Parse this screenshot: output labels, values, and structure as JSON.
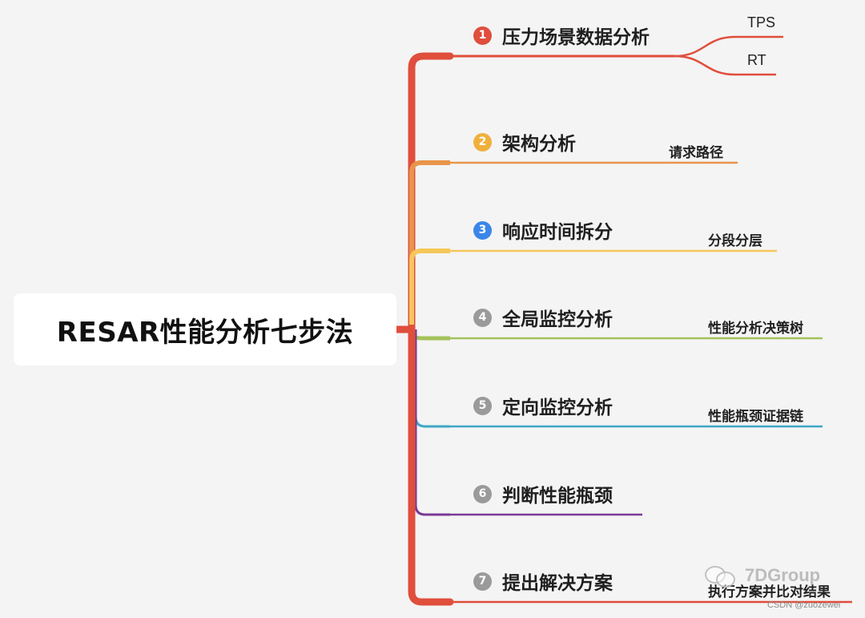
{
  "root": {
    "title": "RESAR性能分析七步法"
  },
  "steps": [
    {
      "number": "1",
      "label": "压力场景数据分析",
      "color": "#e04e3c",
      "subs": [
        "TPS",
        "RT"
      ]
    },
    {
      "number": "2",
      "label": "架构分析",
      "color": "#f0b03c",
      "subs": [
        "请求路径"
      ]
    },
    {
      "number": "3",
      "label": "响应时间拆分",
      "color": "#3a86e8",
      "subs": [
        "分段分层"
      ]
    },
    {
      "number": "4",
      "label": "全局监控分析",
      "color": "#9a9a9a",
      "subs": [
        "性能分析决策树"
      ]
    },
    {
      "number": "5",
      "label": "定向监控分析",
      "color": "#9a9a9a",
      "subs": [
        "性能瓶颈证据链"
      ]
    },
    {
      "number": "6",
      "label": "判断性能瓶颈",
      "color": "#9a9a9a",
      "subs": []
    },
    {
      "number": "7",
      "label": "提出解决方案",
      "color": "#9a9a9a",
      "subs": [
        "执行方案并比对结果"
      ]
    }
  ],
  "branch_colors": {
    "s1": "#e04e3c",
    "s2": "#e8954a",
    "s3": "#f5c75a",
    "s4": "#a3c25a",
    "s5": "#3ea7c6",
    "s6": "#7a3a96",
    "s7": "#e04e3c"
  },
  "watermark": {
    "brand": "7DGroup",
    "icon": "wechat-icon"
  },
  "footer": {
    "credit": "CSDN @zuozewei"
  }
}
